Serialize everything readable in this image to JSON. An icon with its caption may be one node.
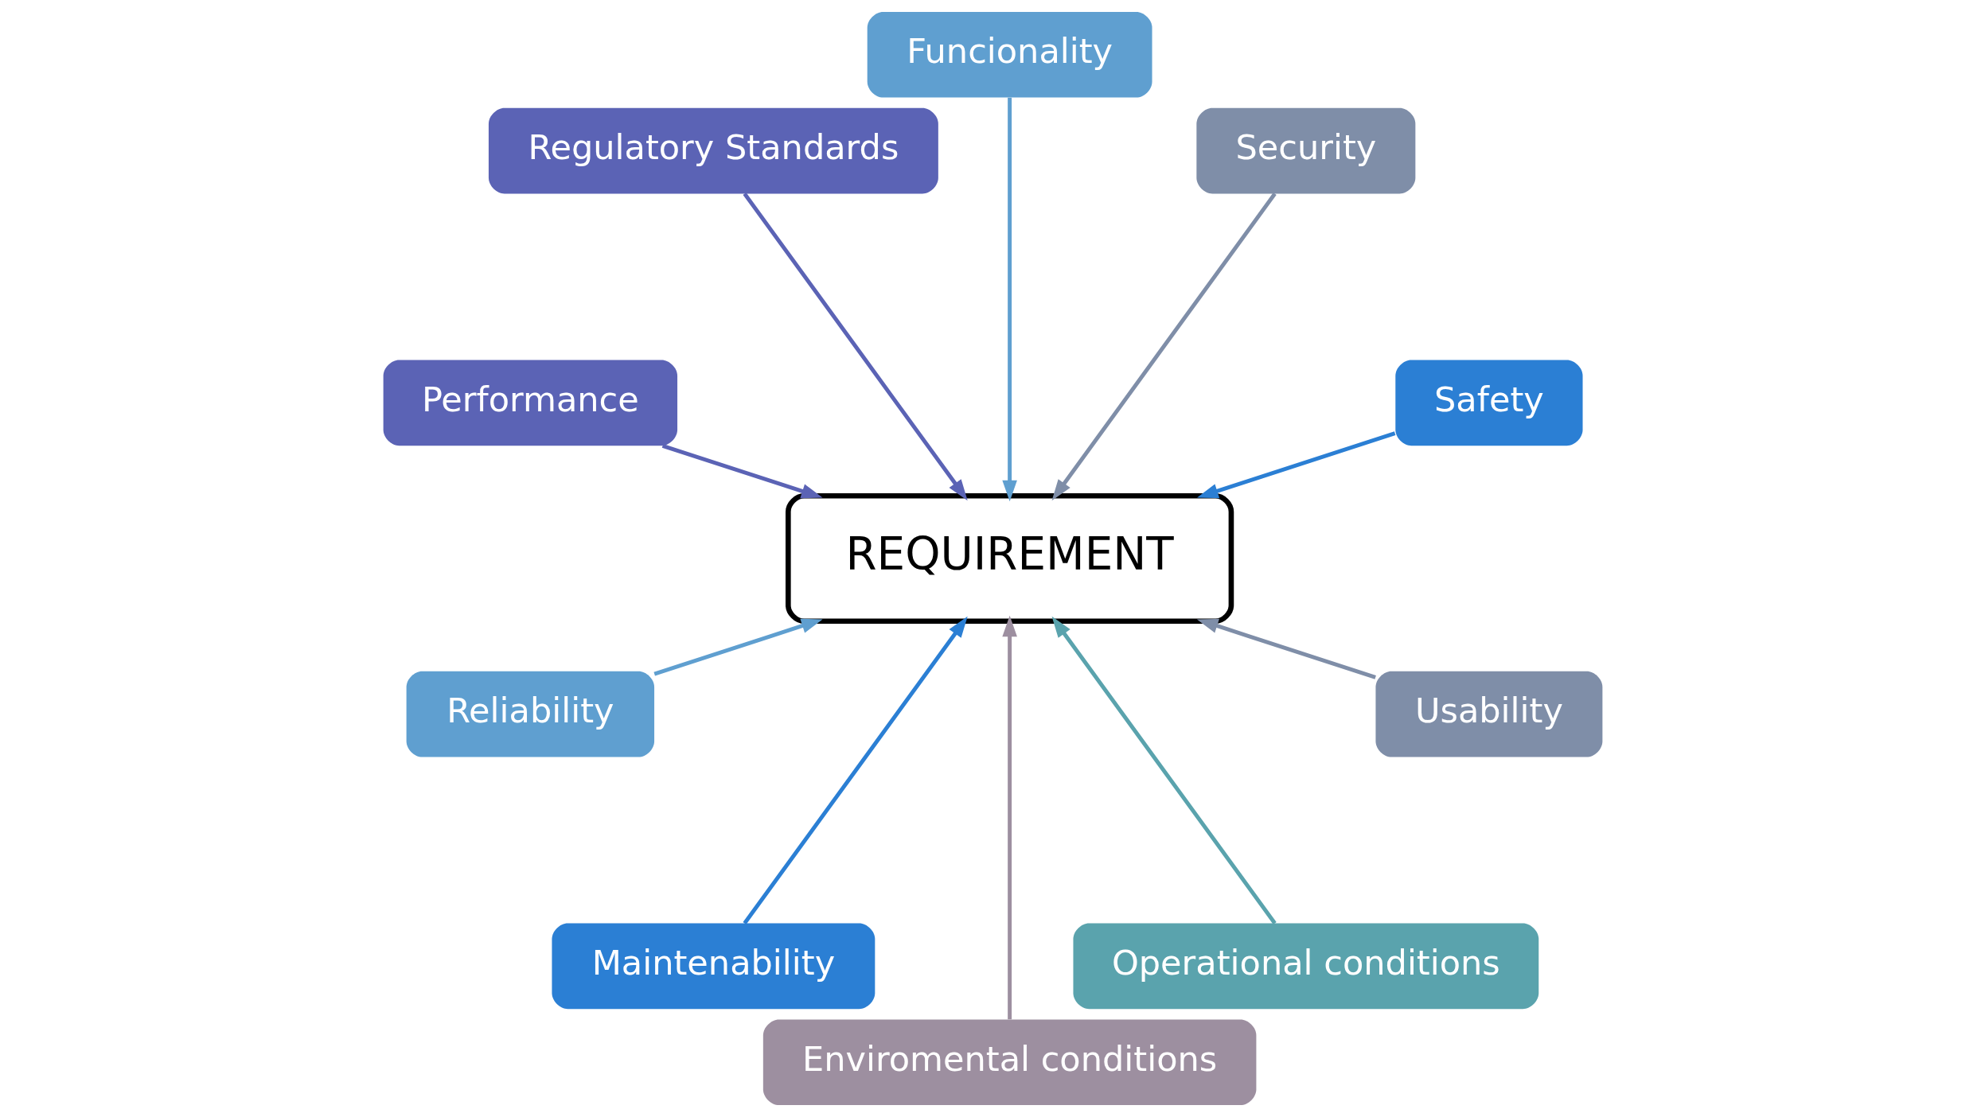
{
  "diagram": {
    "nodes": [
      {
        "text": [
          "Safety"
        ]
      },
      {
        "text": [
          "Security"
        ]
      },
      {
        "text": [
          "Funcionality"
        ]
      },
      {
        "text": [
          "Regulatory Standards"
        ]
      },
      {
        "text": [
          "REQUIREMENT"
        ]
      },
      {
        "text": [
          "Performance"
        ]
      },
      {
        "text": [
          "Reliability"
        ]
      },
      {
        "text": [
          "Maintenability"
        ]
      },
      {
        "text": [
          "Enviromental conditions"
        ]
      },
      {
        "text": [
          "Operational conditions"
        ]
      },
      {
        "text": [
          "Usability"
        ]
      }
    ],
    "edges": [
      {
        "from": 0,
        "to": 4,
        "arrow": "to",
        "color": "#2b7fd4"
      },
      {
        "from": 1,
        "to": 4,
        "arrow": "to",
        "color": "#7f8ea8"
      },
      {
        "from": 2,
        "to": 4,
        "arrow": "to",
        "color": "#5f9fd0"
      },
      {
        "from": 3,
        "to": 4,
        "arrow": "to",
        "color": "#5b63b5"
      },
      {
        "from": 5,
        "to": 4,
        "arrow": "to",
        "color": "#5b63b5"
      },
      {
        "from": 6,
        "to": 4,
        "arrow": "to",
        "color": "#5f9fd0"
      },
      {
        "from": 7,
        "to": 4,
        "arrow": "to",
        "color": "#2b7fd4"
      },
      {
        "from": 8,
        "to": 4,
        "arrow": "to",
        "color": "#9d8fa0"
      },
      {
        "from": 9,
        "to": 4,
        "arrow": "to",
        "color": "#5aa3ad"
      },
      {
        "from": 10,
        "to": 4,
        "arrow": "to",
        "color": "#7f8ea8"
      }
    ]
  }
}
